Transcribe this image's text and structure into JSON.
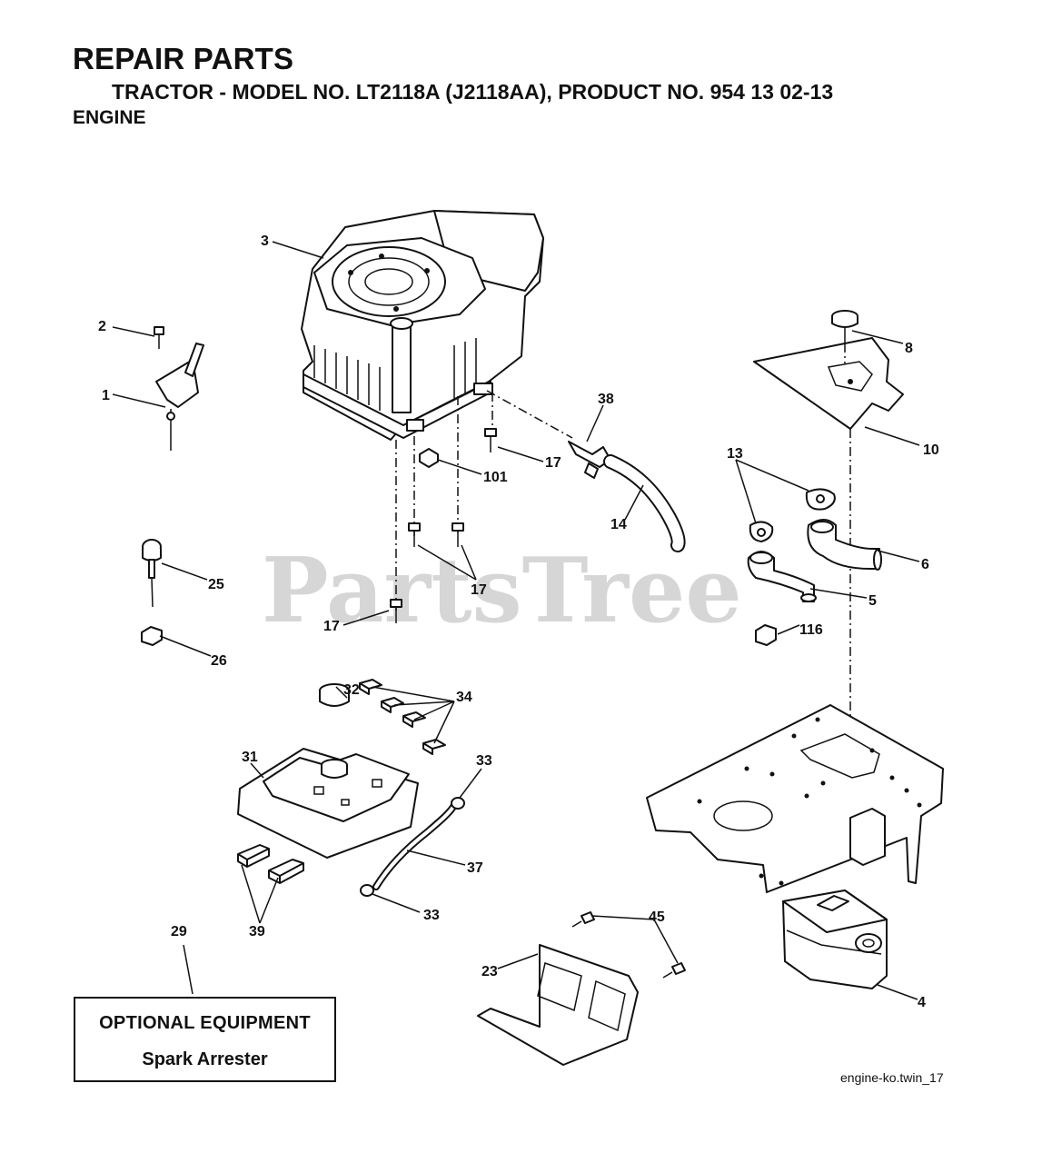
{
  "header": {
    "title": "REPAIR PARTS",
    "subtitle": "TRACTOR - MODEL NO. LT2118A (J2118AA),  PRODUCT NO. 954 13 02-13",
    "section": "ENGINE"
  },
  "watermark": "PartsTree",
  "callouts": {
    "engine": "3",
    "bolt_2": "2",
    "throttle_1": "1",
    "knob_8": "8",
    "shield_10": "10",
    "connector_38": "38",
    "bolt_17_a": "17",
    "nut_101": "101",
    "hose_14": "14",
    "gasket_13": "13",
    "pipe_6": "6",
    "pipe_5": "5",
    "bolt_17_b": "17",
    "bolt_17_c": "17",
    "choke_25": "25",
    "nut_26": "26",
    "nut_116": "116",
    "cap_32": "32",
    "pad_34": "34",
    "tank_31": "31",
    "clamp_33_a": "33",
    "line_37": "37",
    "clamp_33_b": "33",
    "pad_39": "39",
    "bolt_45": "45",
    "guard_23": "23",
    "muffler_4": "4",
    "optional_29": "29"
  },
  "optional_equipment": {
    "title": "OPTIONAL EQUIPMENT",
    "item": "Spark Arrester"
  },
  "figure_ref": "engine-ko.twin_17"
}
